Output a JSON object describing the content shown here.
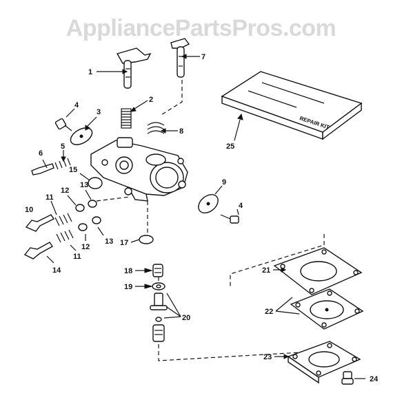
{
  "watermark": "AppliancePartsPros.com",
  "kit_label": "REPAIR KIT",
  "callouts": {
    "c1": "1",
    "c2": "2",
    "c3": "3",
    "c4a": "4",
    "c4b": "4",
    "c5": "5",
    "c6": "6",
    "c7": "7",
    "c8": "8",
    "c9": "9",
    "c10": "10",
    "c11a": "11",
    "c11b": "11",
    "c12a": "12",
    "c12b": "12",
    "c13a": "13",
    "c13b": "13",
    "c14": "14",
    "c15": "15",
    "c17": "17",
    "c18": "18",
    "c19": "19",
    "c20": "20",
    "c21": "21",
    "c22": "22",
    "c23": "23",
    "c24": "24",
    "c25": "25"
  }
}
